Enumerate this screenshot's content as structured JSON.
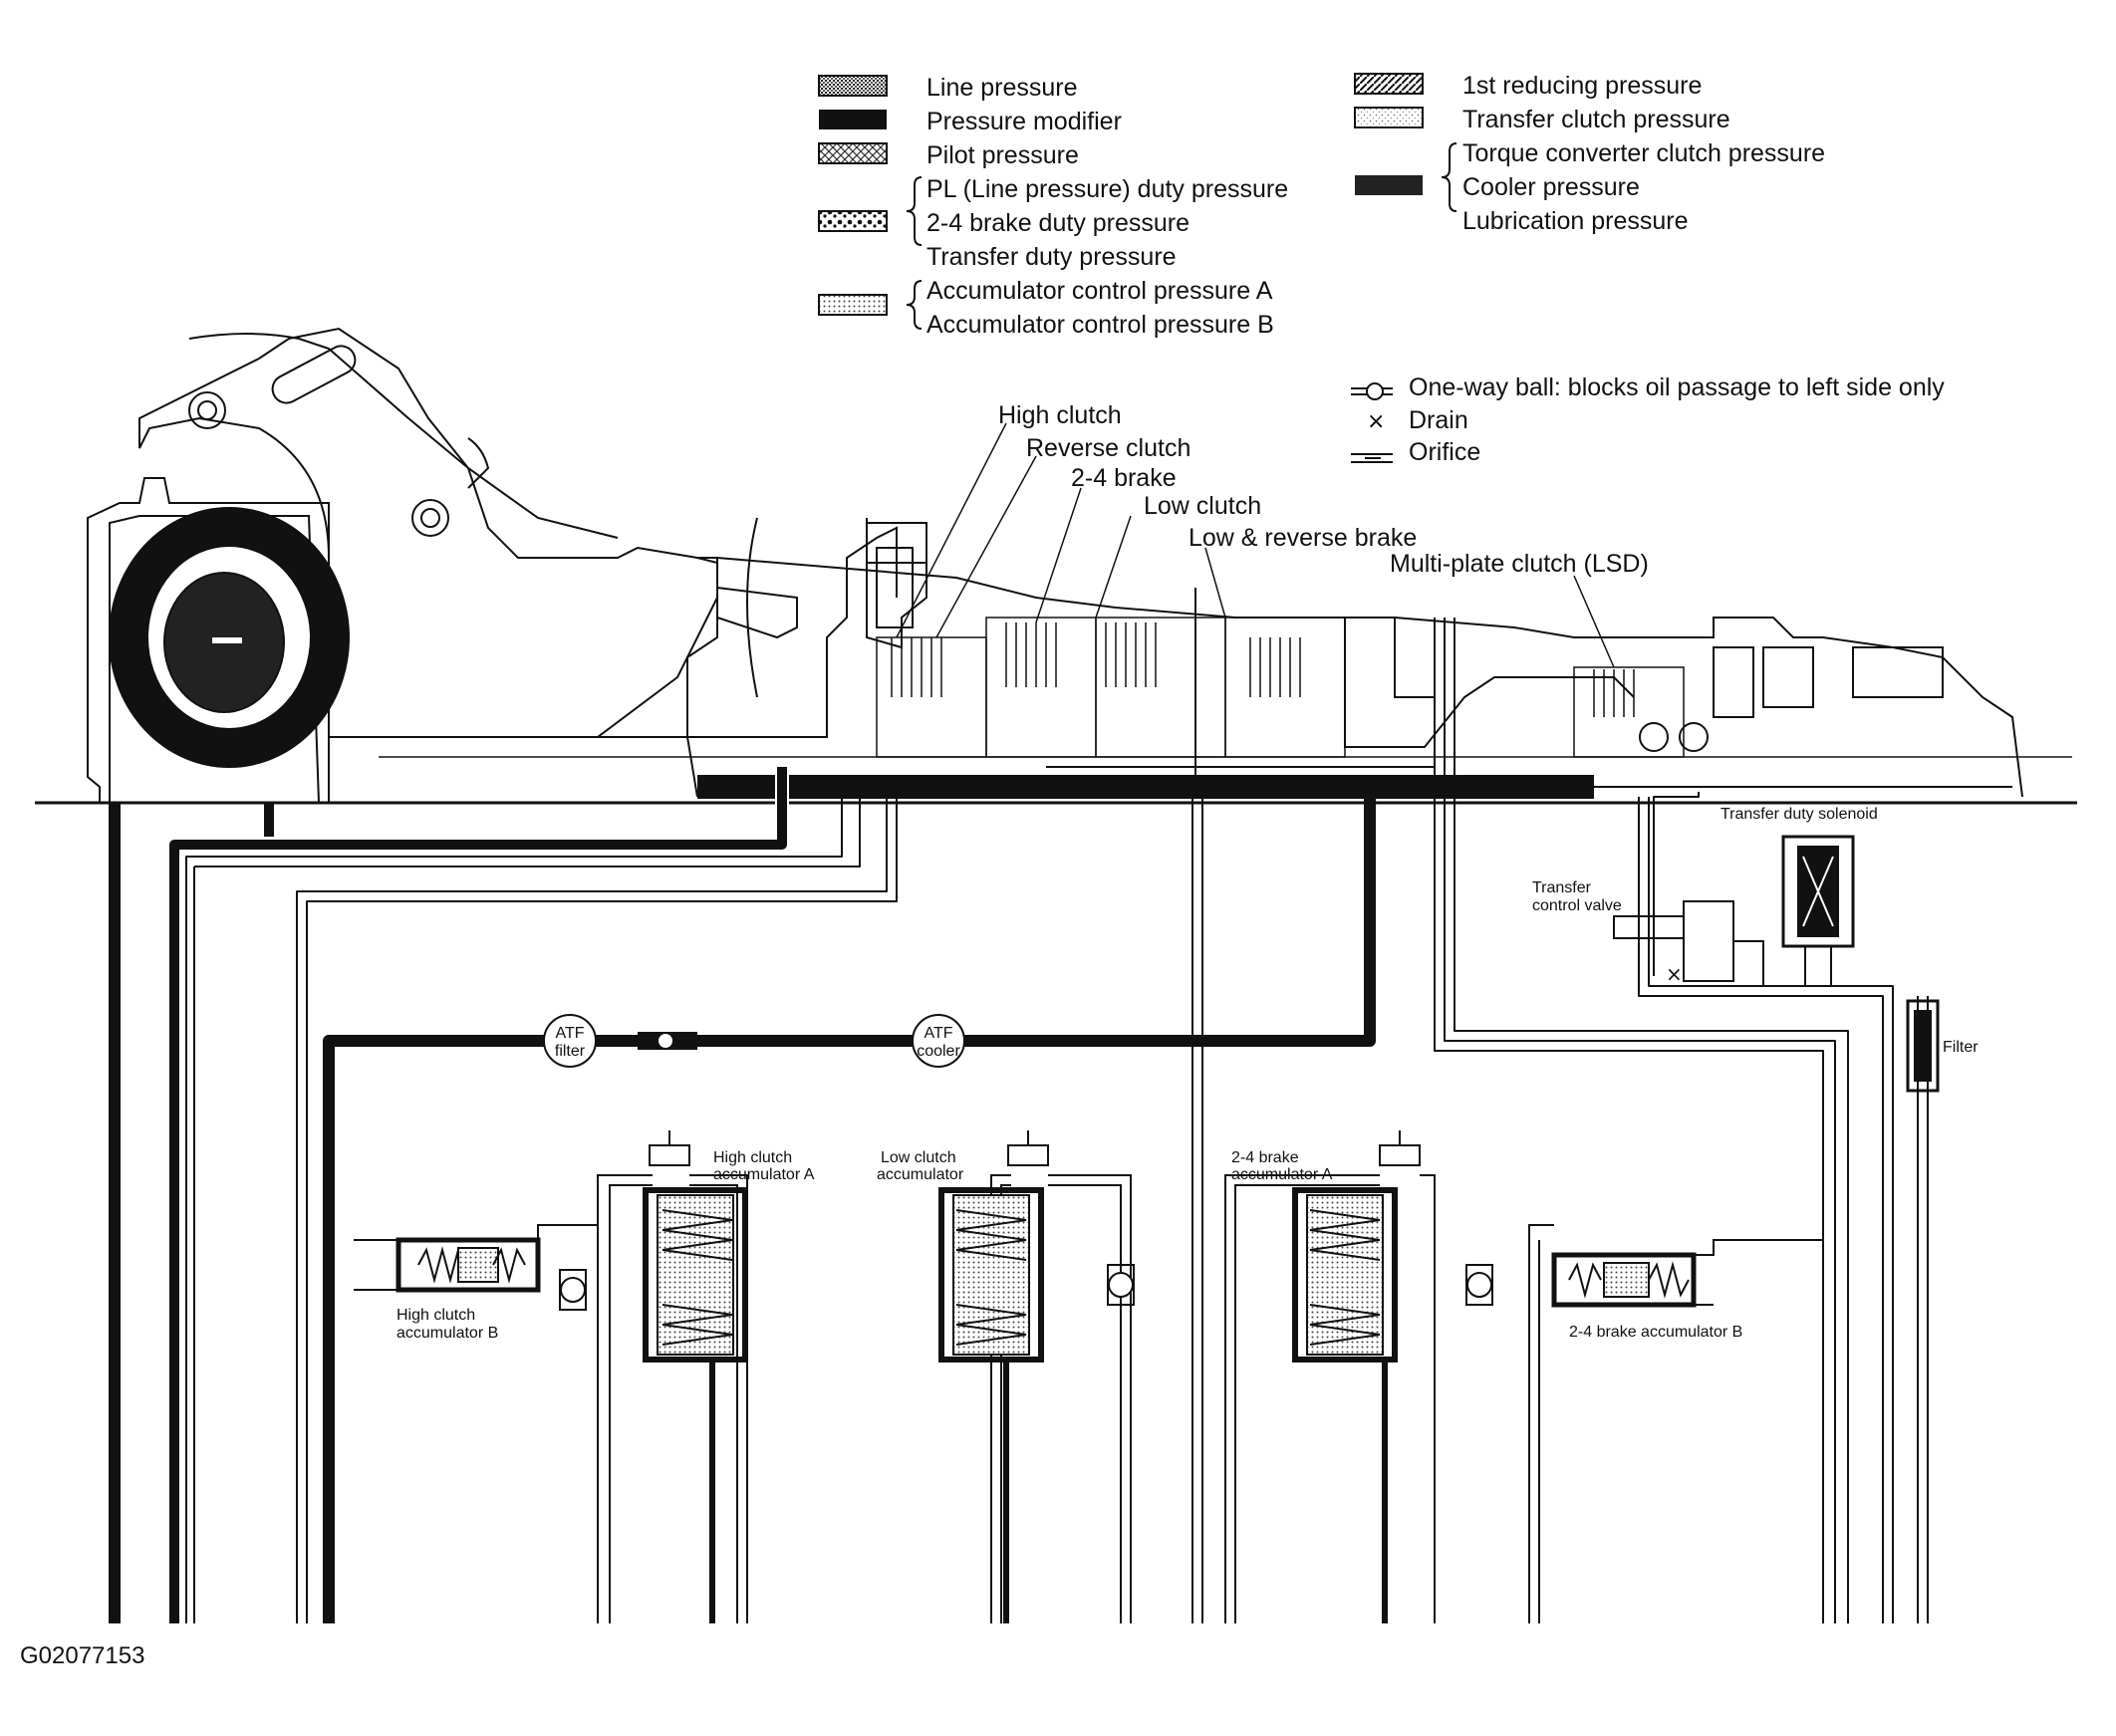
{
  "legend": {
    "left": {
      "line": "Line pressure",
      "modifier": "Pressure modifier",
      "pilot": "Pilot pressure",
      "duty": [
        "PL (Line pressure) duty pressure",
        "2-4 brake duty pressure",
        "Transfer duty pressure"
      ],
      "accum": [
        "Accumulator control pressure A",
        "Accumulator control pressure B"
      ]
    },
    "right": {
      "reducing": "1st reducing pressure",
      "transfer_clutch": "Transfer clutch pressure",
      "cooler_group": [
        "Torque converter clutch pressure",
        "Cooler pressure",
        "Lubrication pressure"
      ]
    },
    "symbols": {
      "ball": "One-way ball: blocks oil passage to left side only",
      "drain": "Drain",
      "orifice": "Orifice"
    }
  },
  "components": {
    "high_clutch": "High clutch",
    "reverse_clutch": "Reverse clutch",
    "brake_24": "2-4 brake",
    "low_clutch": "Low clutch",
    "low_reverse_brake": "Low & reverse brake",
    "lsd": "Multi-plate clutch (LSD)",
    "transfer_duty_solenoid": "Transfer duty solenoid",
    "transfer_control_valve": [
      "Transfer",
      "control valve"
    ],
    "filter": "Filter",
    "atf_filter": [
      "ATF",
      "filter"
    ],
    "atf_cooler": [
      "ATF",
      "cooler"
    ],
    "hc_accum_a": [
      "High clutch",
      "accumulator A"
    ],
    "hc_accum_b": [
      "High clutch",
      "accumulator B"
    ],
    "lc_accum": [
      "Low clutch",
      "accumulator"
    ],
    "b24_accum_a": [
      "2-4 brake",
      "accumulator A"
    ],
    "b24_accum_b": "2-4 brake accumulator B"
  },
  "figure_code": "G02077153",
  "colors": {
    "ink": "#111111",
    "paper": "#ffffff"
  }
}
